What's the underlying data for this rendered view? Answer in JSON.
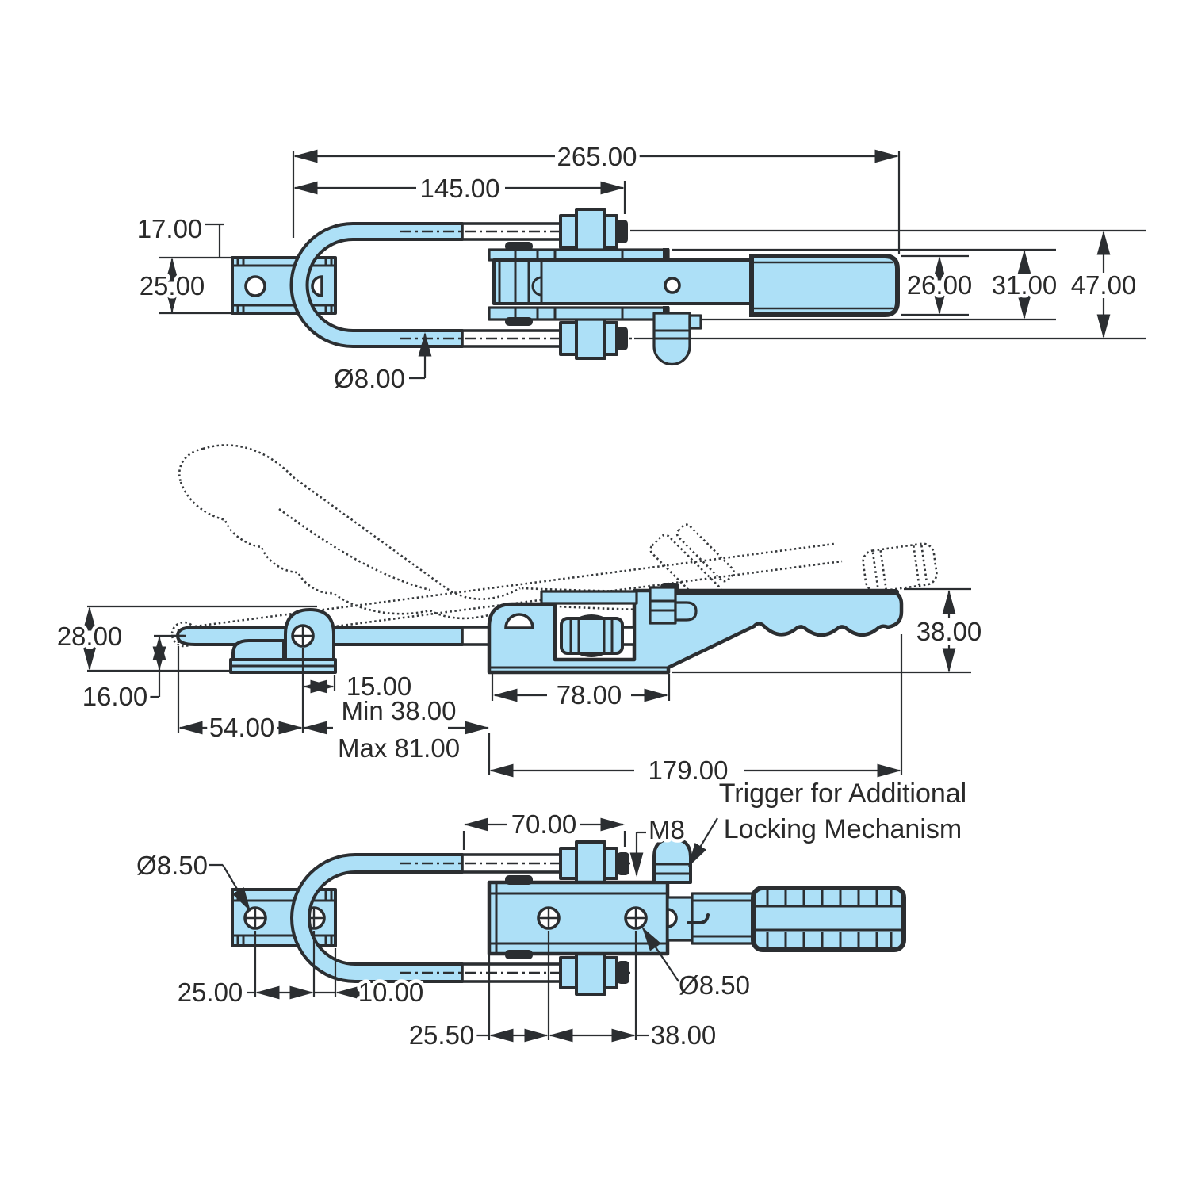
{
  "drawing": {
    "subject": "latch toggle clamp",
    "colors": {
      "part_fill": "#ade0f7",
      "line_color": "#2b2e31",
      "dim_text_color": "#2a2a2a",
      "background": "#ffffff"
    },
    "top": {
      "overall_length": "265.00",
      "hook_length": "145.00",
      "plate_offset": "17.00",
      "plate_width": "25.00",
      "rod_dia": "Ø8.00",
      "grip_width": "26.00",
      "body_width": "31.00",
      "overall_width": "47.00"
    },
    "side": {
      "hook_height": "28.00",
      "hook_depth": "16.00",
      "hook_reach": "54.00",
      "catch_lip": "15.00",
      "min_adjust": "Min 38.00",
      "max_adjust": "Max 81.00",
      "base_length": "78.00",
      "body_length": "179.00",
      "overall_height": "38.00"
    },
    "bottom": {
      "hole_dia_left": "Ø8.50",
      "bolt_span": "70.00",
      "thread_size": "M8",
      "note_line1": "Trigger for Additional",
      "note_line2": "Locking Mechanism",
      "plate_hole_span": "25.00",
      "plate_edge": "10.00",
      "body_hole_offset": "25.50",
      "body_hole_span": "38.00",
      "hole_dia_right": "Ø8.50"
    }
  }
}
